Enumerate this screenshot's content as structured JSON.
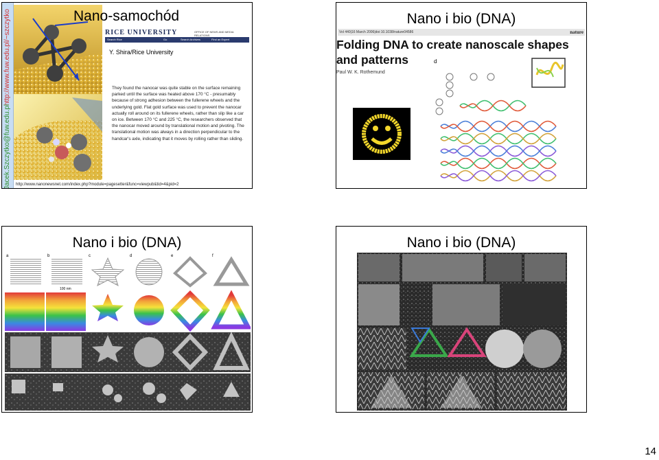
{
  "page_number": "14",
  "slide1": {
    "title": "Nano-samochód",
    "side_url": "http://www.fuw.edu.pl/~szczytko",
    "side_email": "Jacek.Szczytko@fuw.edu.pl",
    "rice_logo": "RICE UNIVERSITY",
    "rice_office": "OFFICE OF NEWS AND MEDIA RELATIONS",
    "rice_nav": [
      "Search Rice",
      "Go",
      "Search Archives",
      "Find an Expert"
    ],
    "credit": "Y. Shira/Rice University",
    "body": "They found the nanocar was quite stable on the surface remaining parked until the surface was heated above 170 °C - presumably because of strong adhesion between the fullerene wheels and the underlying gold. Flat gold surface was used to prevent the nanocar actually roll around on its fullerene wheels, rather than slip like a car on ice. Between 170 °C and 225 °C, the researchers observed that the nanocar moved around by translational motion and pivoting. The translational motion was always in a direction perpendicular to the handcar's axle, indicating that it moves by rolling rather than sliding.",
    "url": "http://www.nanonewsnet.com/index.php?module=pagesetter&func=viewpub&tid=4&pid=2"
  },
  "slide2": {
    "title": "Nano i bio (DNA)",
    "journal_info": "Vol 440|16 March 2006|doi:10.1038/nature04586",
    "journal_name": "nature",
    "paper_title_1": "Folding DNA to create nanoscale shapes",
    "paper_title_2": "and patterns",
    "author": "Paul W. K. Rothemund",
    "panel_label": "d"
  },
  "slide3": {
    "title": "Nano i bio (DNA)",
    "panel_labels": [
      "a",
      "b",
      "c",
      "d",
      "e",
      "f"
    ],
    "scale_label": "100 nm"
  },
  "slide4": {
    "title": "Nano i bio (DNA)"
  },
  "colors": {
    "side_bar": "#c8ddf4",
    "side_url": "#d12e2e",
    "side_email": "#2f8f2f",
    "rice_nav": "#2a3b6e"
  },
  "icons": [
    "smiley-dna-icon",
    "dna-helix-icon"
  ]
}
